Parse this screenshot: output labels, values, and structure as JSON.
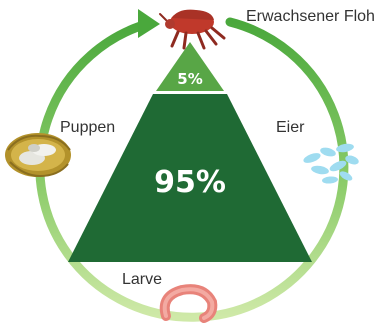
{
  "cycle": {
    "stages": {
      "adult": "Erwachsener Floh",
      "eggs": "Eier",
      "larva": "Larve",
      "pupae": "Puppen"
    },
    "arrow_color": "#5fb34a",
    "direction": "clockwise"
  },
  "pyramid": {
    "top": {
      "label": "5%",
      "color": "#58a646"
    },
    "bottom": {
      "label": "95%",
      "color": "#1f6a34"
    }
  },
  "icons": {
    "adult": "flea-icon",
    "eggs": "eggs-icon",
    "larva": "larva-icon",
    "pupae": "cocoon-icon"
  }
}
